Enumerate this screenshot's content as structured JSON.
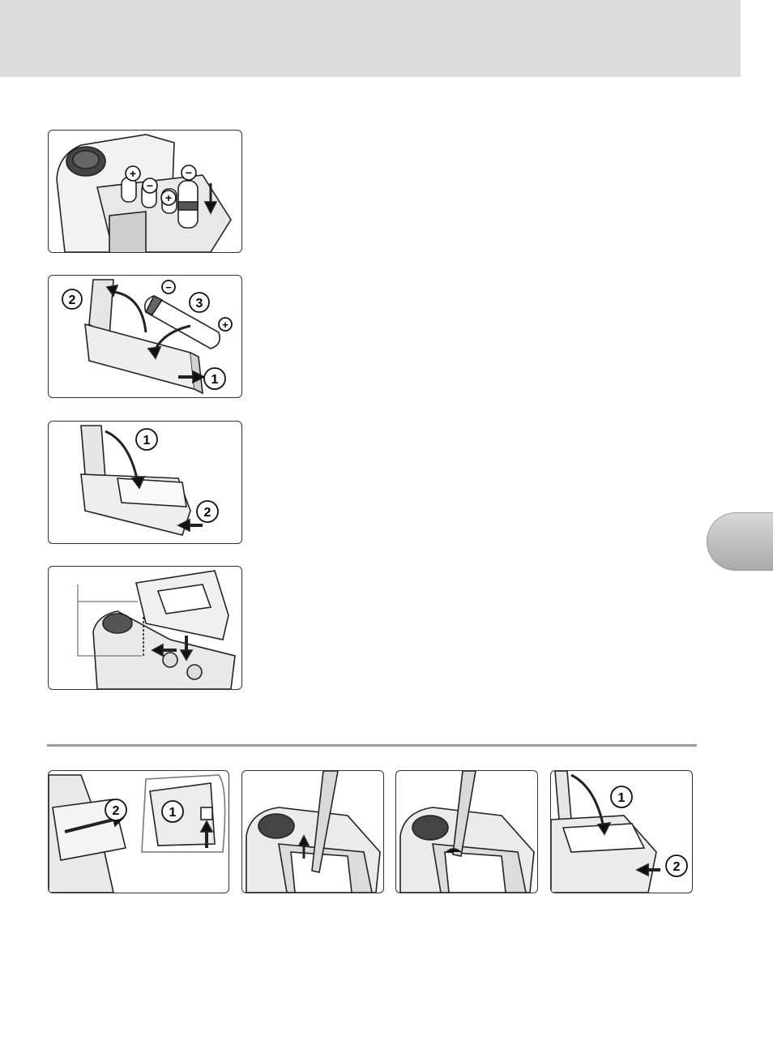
{
  "figures": {
    "fig1": {
      "sign_plus_1": "+",
      "sign_minus_1": "−",
      "sign_plus_2": "+",
      "sign_minus_2": "−"
    },
    "fig2": {
      "step1": "1",
      "step2": "2",
      "step3": "3",
      "sign_minus": "−",
      "sign_plus": "+"
    },
    "fig3": {
      "step1": "1",
      "step2": "2"
    },
    "fig5": {
      "step1": "1",
      "step2": "2"
    },
    "fig8": {
      "step1": "1",
      "step2": "2"
    }
  }
}
